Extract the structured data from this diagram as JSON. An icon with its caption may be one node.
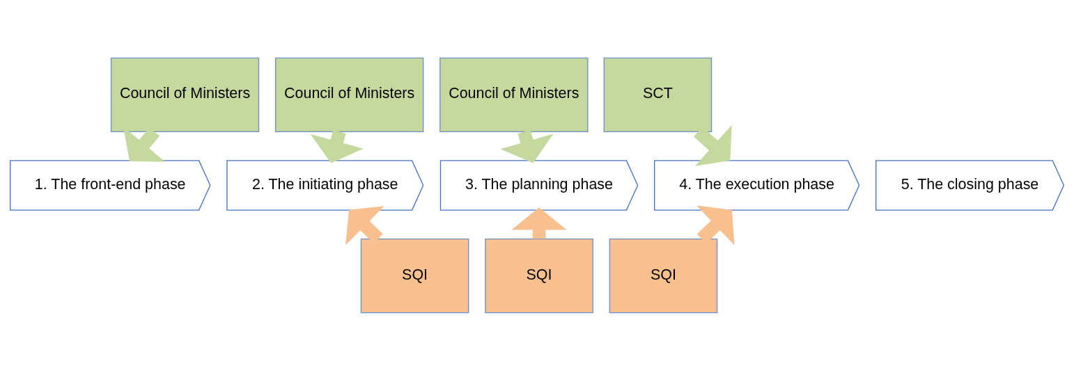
{
  "diagram": {
    "nodes": [
      {
        "text": [
          "Council of Ministers"
        ]
      },
      {
        "text": [
          "Council of Ministers"
        ]
      },
      {
        "text": [
          "Council of Ministers"
        ]
      },
      {
        "text": [
          "SCT"
        ]
      },
      {
        "text": [
          "1. The front-end phase"
        ]
      },
      {
        "text": [
          "2. The initiating phase"
        ]
      },
      {
        "text": [
          "3. The planning phase"
        ]
      },
      {
        "text": [
          "4. The execution phase"
        ]
      },
      {
        "text": [
          "5. The closing phase"
        ]
      },
      {
        "text": [
          "SQI"
        ]
      },
      {
        "text": [
          "SQI"
        ]
      },
      {
        "text": [
          "SQI"
        ]
      }
    ],
    "edges": [
      {
        "from": 0,
        "to": 4,
        "arrow": "to"
      },
      {
        "from": 1,
        "to": 5,
        "arrow": "to"
      },
      {
        "from": 2,
        "to": 6,
        "arrow": "to"
      },
      {
        "from": 3,
        "to": 7,
        "arrow": "to"
      },
      {
        "from": 9,
        "to": 5,
        "arrow": "to",
        "color": "#f8c08f"
      },
      {
        "from": 10,
        "to": 6,
        "arrow": "to",
        "color": "#f8c08f"
      },
      {
        "from": 11,
        "to": 7,
        "arrow": "to",
        "color": "#f8c08f"
      }
    ]
  }
}
